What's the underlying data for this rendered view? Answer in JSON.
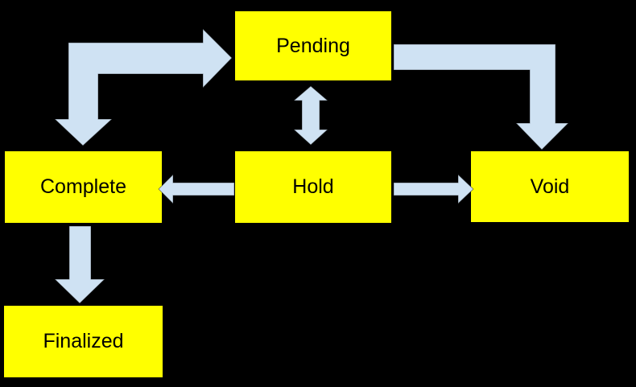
{
  "diagram": {
    "type": "flowchart",
    "colors": {
      "background": "#000000",
      "node_fill": "#ffff00",
      "node_border": "#000000",
      "arrow_fill": "#cfe2f3",
      "text": "#000000"
    },
    "nodes": [
      {
        "id": "pending",
        "label": "Pending"
      },
      {
        "id": "complete",
        "label": "Complete"
      },
      {
        "id": "hold",
        "label": "Hold"
      },
      {
        "id": "void",
        "label": "Void"
      },
      {
        "id": "finalized",
        "label": "Finalized"
      }
    ],
    "edges": [
      {
        "from": "complete",
        "to": "pending",
        "direction": "bidirectional",
        "shape": "elbow"
      },
      {
        "from": "pending",
        "to": "void",
        "direction": "one-way",
        "shape": "elbow"
      },
      {
        "from": "pending",
        "to": "hold",
        "direction": "bidirectional",
        "shape": "straight"
      },
      {
        "from": "hold",
        "to": "complete",
        "direction": "one-way",
        "shape": "straight"
      },
      {
        "from": "hold",
        "to": "void",
        "direction": "one-way",
        "shape": "straight"
      },
      {
        "from": "complete",
        "to": "finalized",
        "direction": "one-way",
        "shape": "straight"
      }
    ]
  }
}
